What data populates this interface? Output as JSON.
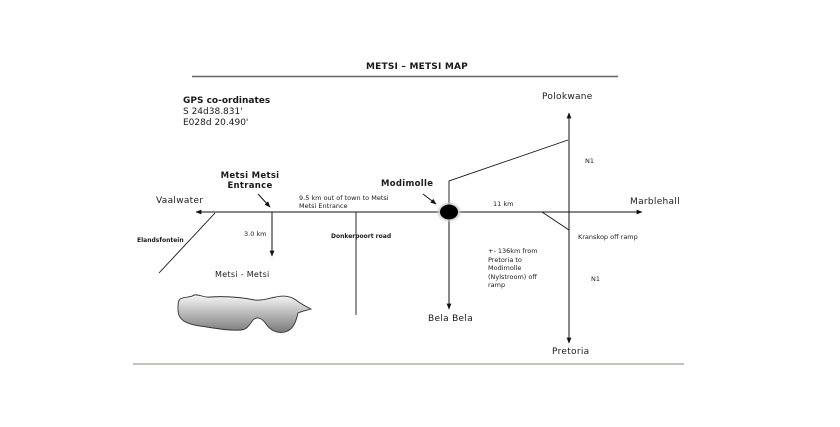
{
  "title": "METSI – METSI MAP",
  "gps": {
    "heading": "GPS co-ordinates",
    "lat": "S  24d38.831'",
    "lon": "E028d 20.490'"
  },
  "places": {
    "vaalwater": "Vaalwater",
    "metsi_entrance_line1": "Metsi Metsi",
    "metsi_entrance_line2": "Entrance",
    "modimolle": "Modimolle",
    "marblehall": "Marblehall",
    "polokwane": "Polokwane",
    "pretoria": "Pretoria",
    "bela_bela": "Bela Bela",
    "elandsfontein": "Elandsfontein",
    "metsi_metsi": "Metsi  -  Metsi",
    "donkerpoort": "Donkerpoort road",
    "kranskop": "Kranskop off ramp"
  },
  "annotations": {
    "distance_entrance_line1": "9.5 km out of town to Metsi",
    "distance_entrance_line2": "Metsi Entrance",
    "distance_3km": "3.0 km",
    "distance_11km": "11 km",
    "n1_upper": "N1",
    "n1_lower": "N1",
    "pretoria_note": [
      "+- 136km from",
      "Pretoria to",
      "Modimolle",
      "(Nylstroom) off",
      "ramp"
    ]
  }
}
